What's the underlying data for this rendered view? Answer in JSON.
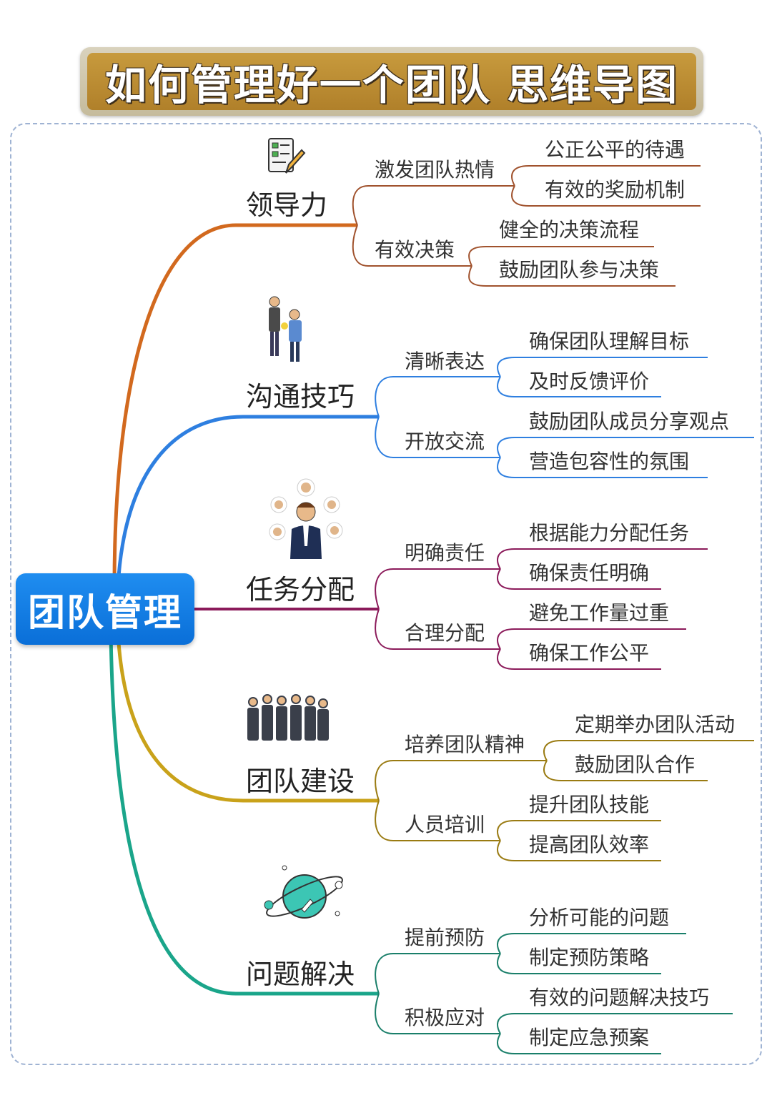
{
  "title": "如何管理好一个团队  思维导图",
  "root": "团队管理",
  "branches": [
    {
      "label": "领导力",
      "color": "#d2691e",
      "icon": "checklist-pencil-icon",
      "subs": [
        {
          "label": "激发团队热情",
          "leaves": [
            "公正公平的待遇",
            "有效的奖励机制"
          ]
        },
        {
          "label": "有效决策",
          "leaves": [
            "健全的决策流程",
            "鼓励团队参与决策"
          ]
        }
      ]
    },
    {
      "label": "沟通技巧",
      "color": "#2e7fe0",
      "icon": "two-people-talking-icon",
      "subs": [
        {
          "label": "清晰表达",
          "leaves": [
            "确保团队理解目标",
            "及时反馈评价"
          ]
        },
        {
          "label": "开放交流",
          "leaves": [
            "鼓励团队成员分享观点",
            "营造包容性的氛围"
          ]
        }
      ]
    },
    {
      "label": "任务分配",
      "color": "#8b1a5a",
      "icon": "manager-with-team-icon",
      "subs": [
        {
          "label": "明确责任",
          "leaves": [
            "根据能力分配任务",
            "确保责任明确"
          ]
        },
        {
          "label": "合理分配",
          "leaves": [
            "避免工作量过重",
            "确保工作公平"
          ]
        }
      ]
    },
    {
      "label": "团队建设",
      "color": "#c9a21a",
      "icon": "business-team-icon",
      "subs": [
        {
          "label": "培养团队精神",
          "leaves": [
            "定期举办团队活动",
            "鼓励团队合作"
          ]
        },
        {
          "label": "人员培训",
          "leaves": [
            "提升团队技能",
            "提高团队效率"
          ]
        }
      ]
    },
    {
      "label": "问题解决",
      "color": "#1aa58a",
      "icon": "planet-rocket-icon",
      "subs": [
        {
          "label": "提前预防",
          "leaves": [
            "分析可能的问题",
            "制定预防策略"
          ]
        },
        {
          "label": "积极应对",
          "leaves": [
            "有效的问题解决技巧",
            "制定应急预案"
          ]
        }
      ]
    }
  ]
}
